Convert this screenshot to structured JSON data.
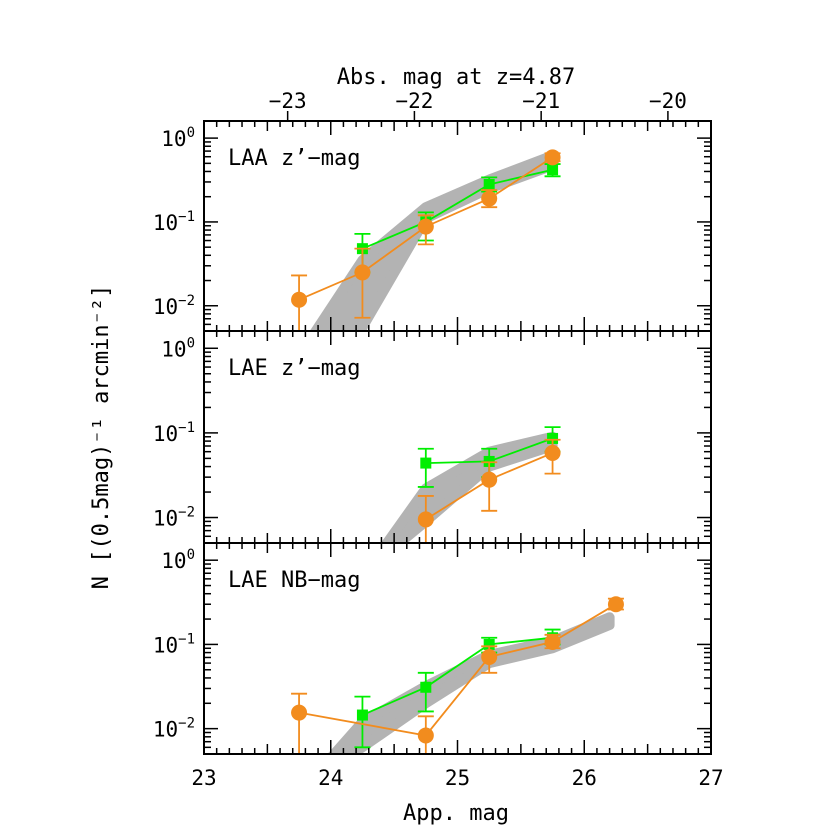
{
  "chart_data": {
    "type": "scatter",
    "x_axis": {
      "label": "App. mag",
      "range": [
        23,
        27
      ],
      "ticks": [
        23,
        24,
        25,
        26,
        27
      ],
      "tick_labels": [
        "23",
        "24",
        "25",
        "26",
        "27"
      ]
    },
    "top_axis": {
      "label": "Abs. mag at z=4.87",
      "ticks": [
        -23,
        -22,
        -21,
        -20
      ],
      "tick_labels": [
        "−23",
        "−22",
        "−21",
        "−20"
      ],
      "app_mag_at": [
        23.66,
        24.66,
        25.66,
        26.66
      ]
    },
    "y_axis": {
      "label": "N [(0.5mag)⁻¹ arcmin⁻²]",
      "scale": "log",
      "range": [
        0.005,
        1.6
      ],
      "ticks": [
        0.01,
        0.1,
        1
      ],
      "tick_labels": [
        {
          "base": "10",
          "exp": "−2"
        },
        {
          "base": "10",
          "exp": "−1"
        },
        {
          "base": "10",
          "exp": "0"
        }
      ]
    },
    "colors": {
      "green": "#00ee00",
      "orange": "#f28c1e",
      "band": "#b3b3b3"
    },
    "panels": [
      {
        "label": "LAA z’−mag",
        "band": [
          {
            "x": 23.75,
            "lo": 0.0025,
            "hi": 0.0025
          },
          {
            "x": 24.25,
            "lo": 0.0055,
            "hi": 0.035
          },
          {
            "x": 24.75,
            "lo": 0.11,
            "hi": 0.15
          },
          {
            "x": 25.25,
            "lo": 0.25,
            "hi": 0.32
          },
          {
            "x": 25.75,
            "lo": 0.47,
            "hi": 0.62
          }
        ],
        "series": [
          {
            "color": "green",
            "marker": "square",
            "points": [
              {
                "x": 24.25,
                "y": 0.048,
                "lo": 0.025,
                "hi": 0.072
              },
              {
                "x": 24.75,
                "y": 0.1,
                "lo": 0.06,
                "hi": 0.13
              },
              {
                "x": 25.25,
                "y": 0.28,
                "lo": 0.23,
                "hi": 0.34
              },
              {
                "x": 25.75,
                "y": 0.42,
                "lo": 0.35,
                "hi": 0.49
              }
            ]
          },
          {
            "color": "orange",
            "marker": "circle",
            "points": [
              {
                "x": 23.75,
                "y": 0.0118,
                "lo": 0.003,
                "hi": 0.023
              },
              {
                "x": 24.25,
                "y": 0.025,
                "lo": 0.0072,
                "hi": 0.048
              },
              {
                "x": 24.75,
                "y": 0.088,
                "lo": 0.054,
                "hi": 0.12
              },
              {
                "x": 25.25,
                "y": 0.19,
                "lo": 0.15,
                "hi": 0.24
              },
              {
                "x": 25.75,
                "y": 0.59,
                "lo": 0.53,
                "hi": 0.66
              }
            ]
          }
        ]
      },
      {
        "label": "LAE z’−mag",
        "band": [
          {
            "x": 24.3,
            "lo": 0.0025,
            "hi": 0.0025
          },
          {
            "x": 24.75,
            "lo": 0.009,
            "hi": 0.022
          },
          {
            "x": 25.25,
            "lo": 0.04,
            "hi": 0.06
          },
          {
            "x": 25.75,
            "lo": 0.07,
            "hi": 0.09
          }
        ],
        "series": [
          {
            "color": "green",
            "marker": "square",
            "points": [
              {
                "x": 24.75,
                "y": 0.044,
                "lo": 0.023,
                "hi": 0.065
              },
              {
                "x": 25.25,
                "y": 0.046,
                "lo": 0.03,
                "hi": 0.065
              },
              {
                "x": 25.75,
                "y": 0.086,
                "lo": 0.06,
                "hi": 0.117
              }
            ]
          },
          {
            "color": "orange",
            "marker": "circle",
            "points": [
              {
                "x": 24.75,
                "y": 0.0095,
                "lo": 0.003,
                "hi": 0.018
              },
              {
                "x": 25.25,
                "y": 0.028,
                "lo": 0.012,
                "hi": 0.045
              },
              {
                "x": 25.75,
                "y": 0.058,
                "lo": 0.033,
                "hi": 0.083
              }
            ]
          }
        ]
      },
      {
        "label": "LAE NB−mag",
        "band": [
          {
            "x": 23.85,
            "lo": 0.0025,
            "hi": 0.0025
          },
          {
            "x": 24.25,
            "lo": 0.006,
            "hi": 0.012
          },
          {
            "x": 24.75,
            "lo": 0.02,
            "hi": 0.032
          },
          {
            "x": 25.25,
            "lo": 0.06,
            "hi": 0.075
          },
          {
            "x": 25.75,
            "lo": 0.09,
            "hi": 0.11
          },
          {
            "x": 26.2,
            "lo": 0.17,
            "hi": 0.21
          }
        ],
        "series": [
          {
            "color": "green",
            "marker": "square",
            "points": [
              {
                "x": 24.25,
                "y": 0.0145,
                "lo": 0.006,
                "hi": 0.024
              },
              {
                "x": 24.75,
                "y": 0.031,
                "lo": 0.016,
                "hi": 0.046
              },
              {
                "x": 25.25,
                "y": 0.1,
                "lo": 0.08,
                "hi": 0.12
              },
              {
                "x": 25.75,
                "y": 0.12,
                "lo": 0.1,
                "hi": 0.15
              }
            ]
          },
          {
            "color": "orange",
            "marker": "circle",
            "points": [
              {
                "x": 23.75,
                "y": 0.0155,
                "lo": 0.003,
                "hi": 0.026
              },
              {
                "x": 24.75,
                "y": 0.0083,
                "lo": 0.003,
                "hi": 0.014
              },
              {
                "x": 25.25,
                "y": 0.071,
                "lo": 0.046,
                "hi": 0.095
              },
              {
                "x": 25.75,
                "y": 0.107,
                "lo": 0.09,
                "hi": 0.13
              },
              {
                "x": 26.25,
                "y": 0.3,
                "lo": 0.26,
                "hi": 0.35
              }
            ]
          }
        ]
      }
    ]
  }
}
